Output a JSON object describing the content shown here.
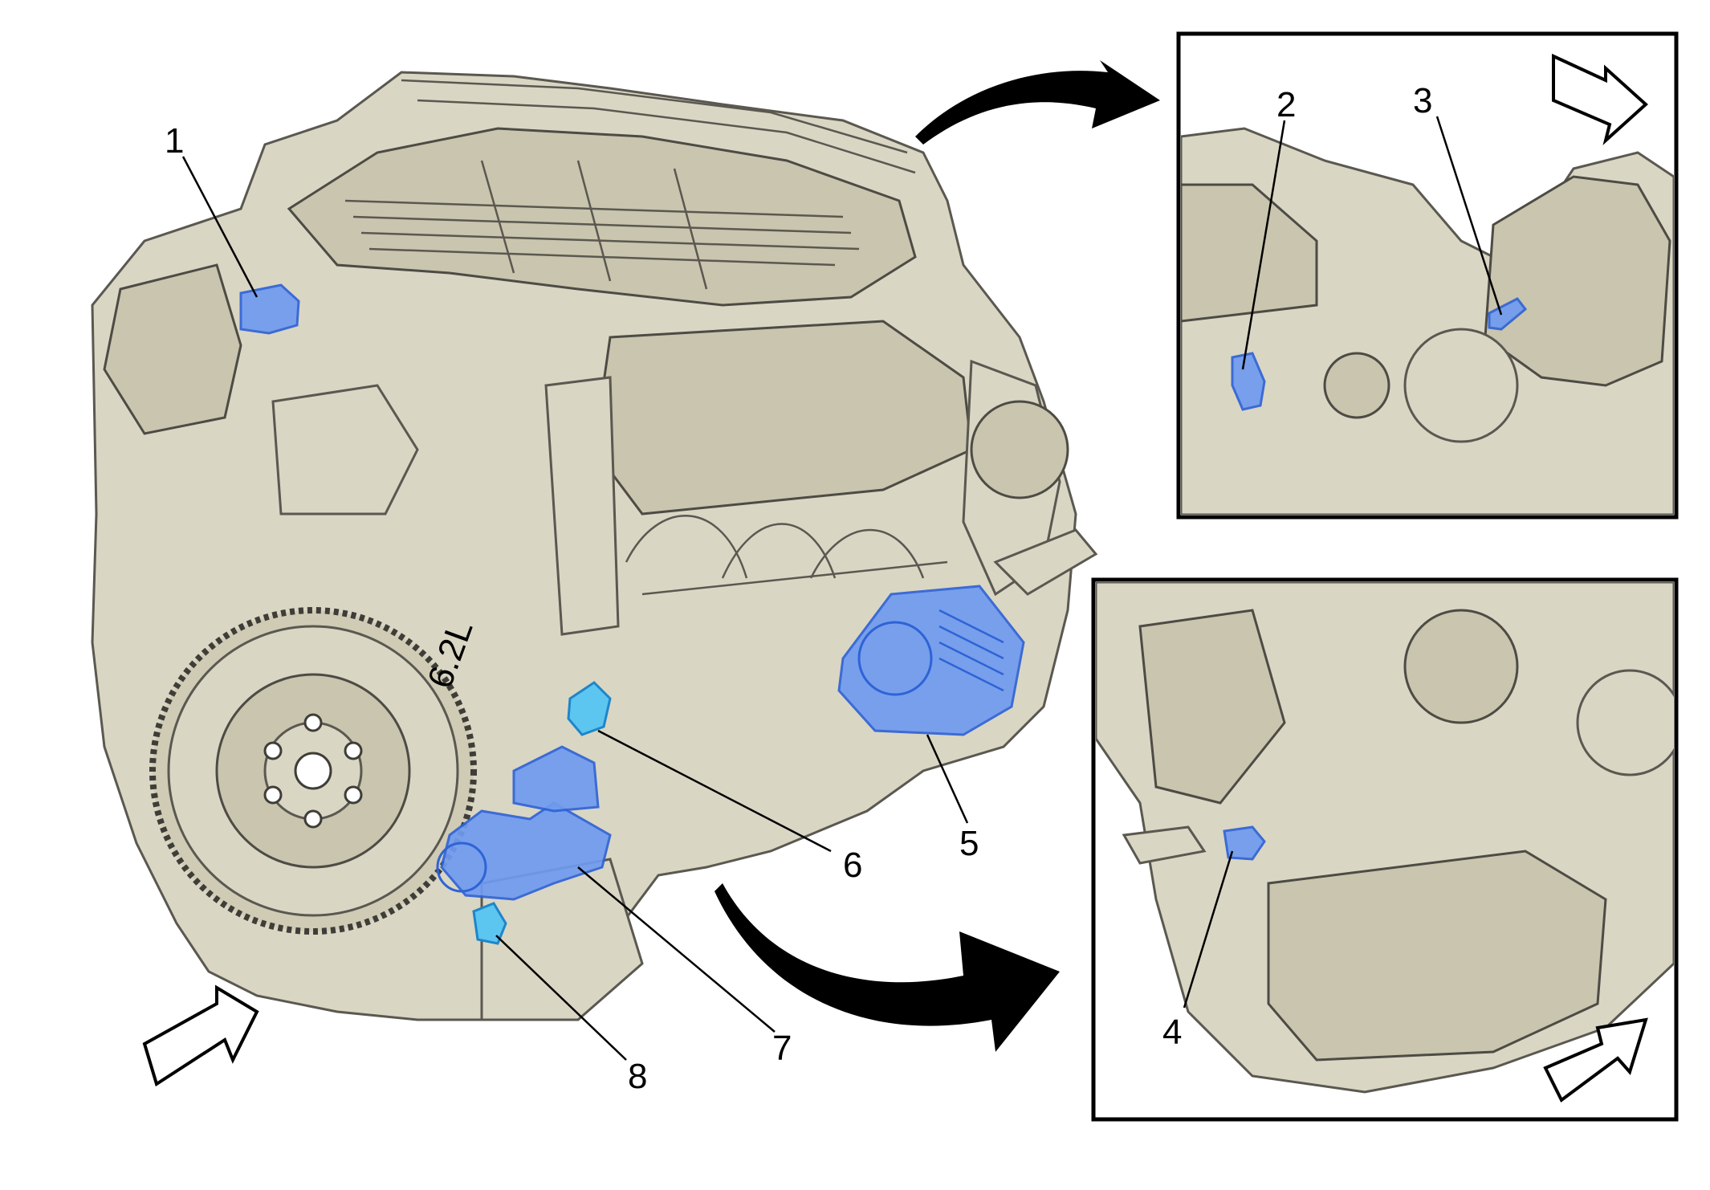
{
  "callouts": [
    {
      "num": "1"
    },
    {
      "num": "2"
    },
    {
      "num": "3"
    },
    {
      "num": "4"
    },
    {
      "num": "5"
    },
    {
      "num": "6"
    },
    {
      "num": "7"
    },
    {
      "num": "8"
    }
  ],
  "engine_marking": "6.2L",
  "colors": {
    "engine_fill": "#d9d6c4",
    "engine_outline": "#5a5850",
    "highlight_blue": "#6f9bf0",
    "highlight_cyan": "#5cc5f0",
    "arrow": "#000000",
    "background": "#ffffff"
  },
  "views": {
    "main": "engine-isometric",
    "inset_top": "engine-front-right-detail",
    "inset_bottom": "engine-lower-right-detail"
  }
}
